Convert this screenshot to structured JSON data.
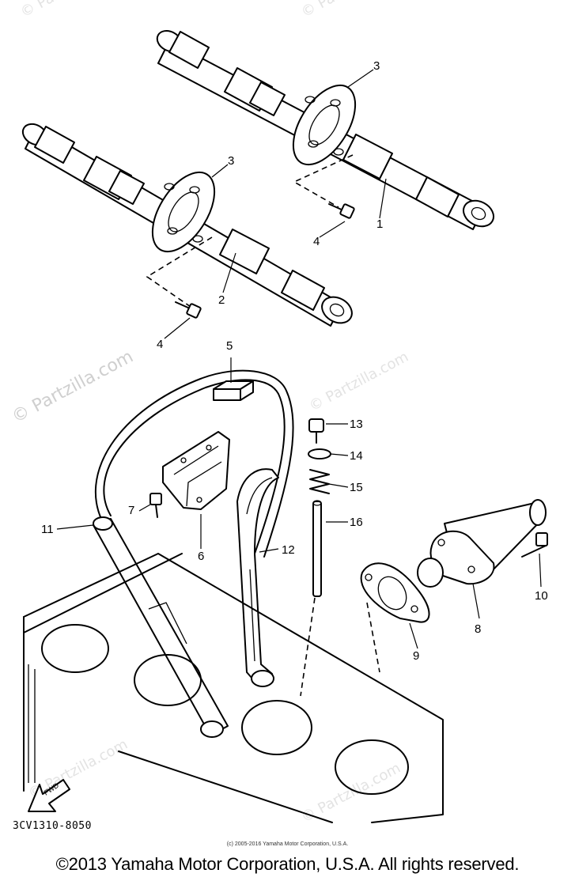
{
  "watermark": {
    "main": "© Partzilla.com",
    "repeat": "© Partzilla.com"
  },
  "callouts": [
    {
      "id": "1",
      "label": "1"
    },
    {
      "id": "2",
      "label": "2"
    },
    {
      "id": "3a",
      "label": "3"
    },
    {
      "id": "3b",
      "label": "3"
    },
    {
      "id": "4a",
      "label": "4"
    },
    {
      "id": "4b",
      "label": "4"
    },
    {
      "id": "5",
      "label": "5"
    },
    {
      "id": "6",
      "label": "6"
    },
    {
      "id": "7",
      "label": "7"
    },
    {
      "id": "8",
      "label": "8"
    },
    {
      "id": "9",
      "label": "9"
    },
    {
      "id": "10",
      "label": "10"
    },
    {
      "id": "11",
      "label": "11"
    },
    {
      "id": "12",
      "label": "12"
    },
    {
      "id": "13",
      "label": "13"
    },
    {
      "id": "14",
      "label": "14"
    },
    {
      "id": "15",
      "label": "15"
    },
    {
      "id": "16",
      "label": "16"
    }
  ],
  "fwd_label": "FWD",
  "part_number": "3CV1310-8050",
  "small_copyright": "(c) 2005-2016 Yamaha Motor Corporation, U.S.A.",
  "copyright": "©2013 Yamaha Motor Corporation, U.S.A. All rights reserved."
}
